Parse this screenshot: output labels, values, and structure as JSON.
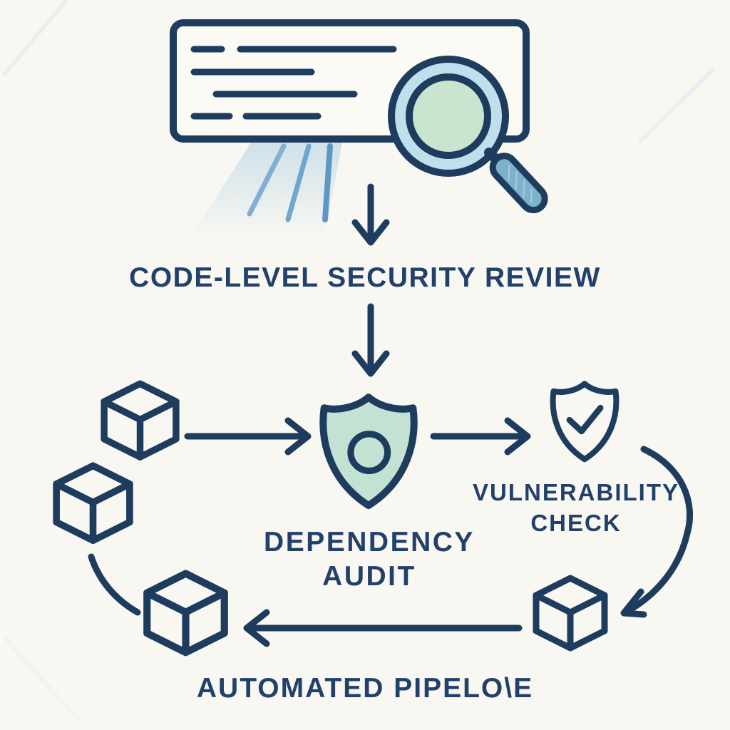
{
  "background_color": "#f8f7f1",
  "palette": {
    "navy_stroke": "#1d3c5e",
    "text_navy": "#22406a",
    "magnifier_ring_blue": "#bfdfec",
    "lens_green": "#c9e5cf",
    "shield_green": "#c4e2d4",
    "handle_blue": "#7eb1cd",
    "beam_blue": "#6ea6cd"
  },
  "diagram": {
    "title": "CODE-LEVEL SECURITY REVIEW",
    "stages": {
      "code_scan": {
        "icon": "document-with-magnifier"
      },
      "dependency_audit": {
        "icon": "shield-with-circle",
        "line1": "DEPENDENCY",
        "line2": "AUDIT"
      },
      "vulnerability_check": {
        "icon": "shield-with-checkmark",
        "line1": "VULNERABILITY",
        "line2": "CHECK"
      },
      "automated_pipeline": {
        "icon": "cube-cycle",
        "label": "AUTOMATED PIPELO\\E"
      }
    }
  }
}
